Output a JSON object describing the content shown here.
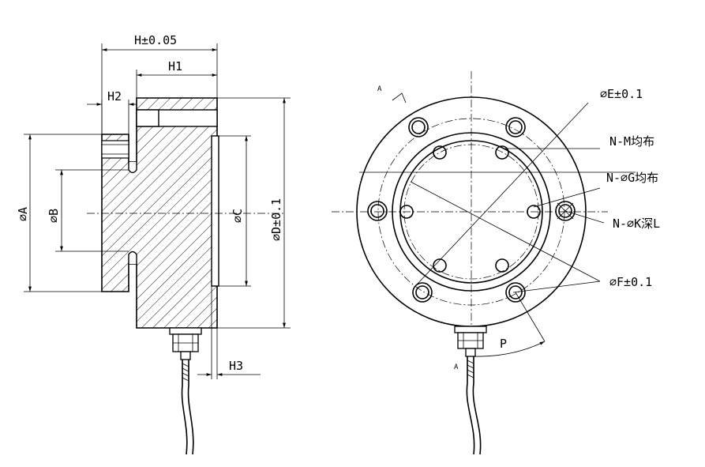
{
  "labels": {
    "h_total": "H±0.05",
    "h1": "H1",
    "h2": "H2",
    "h3": "H3",
    "dia_a": "⌀A",
    "dia_b": "⌀B",
    "dia_c": "⌀C",
    "dia_d": "⌀D±0.1",
    "dia_e": "⌀E±0.1",
    "n_m": "N-M均布",
    "n_g": "N-⌀G均布",
    "n_k": "N-⌀K深L",
    "dia_f": "⌀F±0.1",
    "p": "P",
    "view_a_top": "A",
    "view_a_bottom": "A"
  }
}
